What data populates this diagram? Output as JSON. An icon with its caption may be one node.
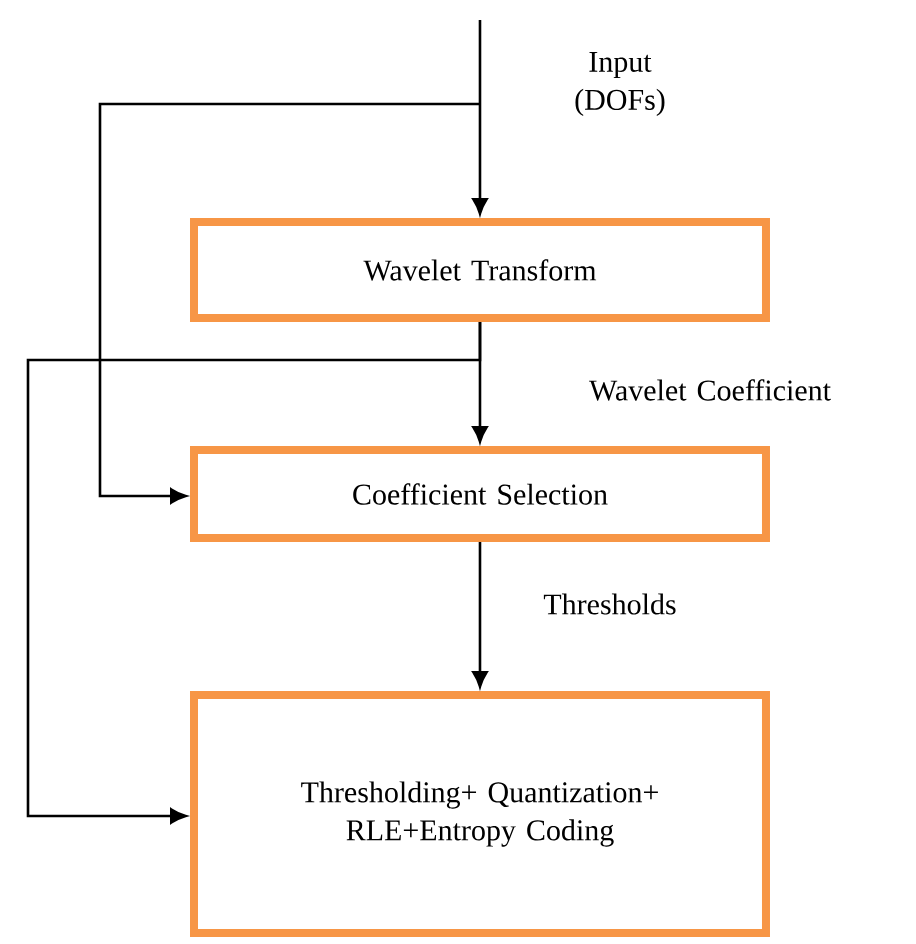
{
  "diagram": {
    "nodes": [
      {
        "text": [
          "Wavelet Transform"
        ]
      },
      {
        "text": [
          "Coefficient Selection"
        ]
      },
      {
        "text": [
          "Thresholding+ Quantization+ RLE+Entropy Coding"
        ]
      }
    ],
    "edges": [
      {
        "from": null,
        "to": 0,
        "arrow": "to",
        "label": "Input (DOFs)"
      },
      {
        "from": null,
        "to": 1,
        "arrow": "to"
      },
      {
        "from": 0,
        "to": 1,
        "arrow": "to",
        "label": "Wavelet Coefficient"
      },
      {
        "from": 0,
        "to": 2,
        "arrow": "to"
      },
      {
        "from": 1,
        "to": 2,
        "arrow": "to",
        "label": "Thresholds"
      }
    ]
  }
}
